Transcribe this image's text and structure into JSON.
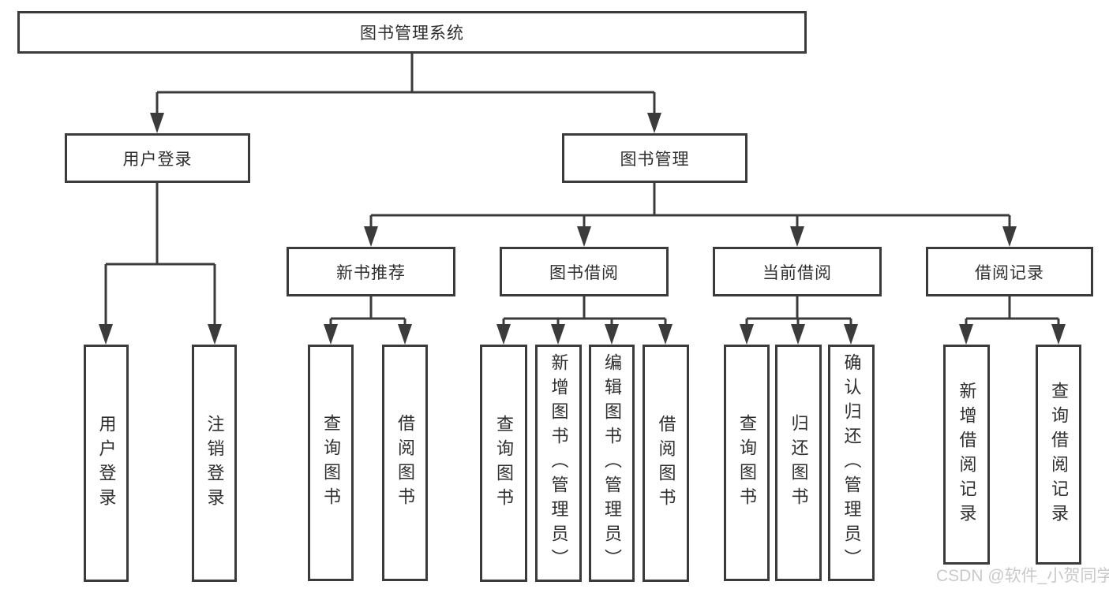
{
  "diagram": {
    "type": "hierarchy-tree",
    "colors": {
      "line": "#3b3b3b",
      "border": "#3b3b3b",
      "text": "#2e2e2e",
      "background": "#ffffff",
      "watermark": "#c9c9c9"
    },
    "root": {
      "label": "图书管理系统"
    },
    "level2": [
      {
        "id": "user-login",
        "label": "用户登录",
        "children": [
          {
            "label": "用户登录"
          },
          {
            "label": "注销登录"
          }
        ]
      },
      {
        "id": "book-management",
        "label": "图书管理",
        "children": [
          {
            "id": "new-book-recommend",
            "label": "新书推荐",
            "children": [
              {
                "label": "查询图书"
              },
              {
                "label": "借阅图书"
              }
            ]
          },
          {
            "id": "book-borrow",
            "label": "图书借阅",
            "children": [
              {
                "label": "查询图书"
              },
              {
                "label": "新增图书（管理员）"
              },
              {
                "label": "编辑图书（管理员）"
              },
              {
                "label": "借阅图书"
              }
            ]
          },
          {
            "id": "current-borrow",
            "label": "当前借阅",
            "children": [
              {
                "label": "查询图书"
              },
              {
                "label": "归还图书"
              },
              {
                "label": "确认归还（管理员）"
              }
            ]
          },
          {
            "id": "borrow-records",
            "label": "借阅记录",
            "children": [
              {
                "label": "新增借阅记录"
              },
              {
                "label": "查询借阅记录"
              }
            ]
          }
        ]
      }
    ],
    "watermark": {
      "text": "CSDN @软件_小贺同学"
    }
  }
}
